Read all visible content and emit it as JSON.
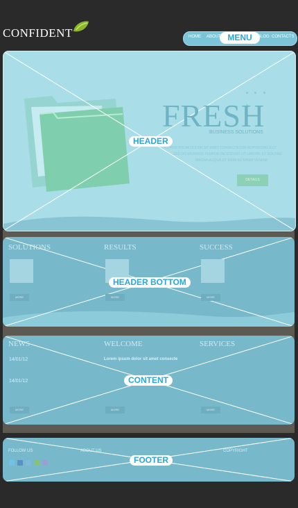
{
  "logo": {
    "text": "CONFIDENT"
  },
  "menu": {
    "items": [
      "HOME",
      "ABOUT",
      "BLOG",
      "CONTACTS"
    ],
    "overlay_label": "MENU"
  },
  "header": {
    "overlay_label": "HEADER",
    "title": "FRESH",
    "subtitle": "BUSINESS SOLUTIONS",
    "body_lines": [
      "LOREM IPSUM DOLOR SIT AMET CONSECTETUR ADIPISICING ELIT",
      "SED DO EIUSMOD TEMPOR INCIDIDUNT UT LABORE ET DOLORE",
      "MAGNA ALIQUA UT ENIM AD MINIM VENIAM"
    ],
    "button": "DETAILS"
  },
  "header_bottom": {
    "overlay_label": "HEADER BOTTOM",
    "columns": [
      {
        "title": "SOLUTIONS",
        "more": "MORE"
      },
      {
        "title": "RESULTS",
        "more": "MORE"
      },
      {
        "title": "SUCCESS",
        "more": "MORE"
      }
    ]
  },
  "content": {
    "overlay_label": "CONTENT",
    "news": {
      "title": "NEWS",
      "date1": "14/01/12",
      "date2": "14/01/12",
      "more": "MORE"
    },
    "welcome": {
      "title": "WELCOME",
      "lead": "Lorem ipsum dolor sit amet consecte",
      "more": "MORE"
    },
    "services": {
      "title": "SERVICES",
      "more": "MORE"
    }
  },
  "footer": {
    "overlay_label": "FOOTER",
    "follow": "FOLLOW US",
    "about": "ABOUT US",
    "copyright": "COPYRIGHT"
  },
  "colors": {
    "overlay_text": "#2aa7d9",
    "panel": "#77b9cb",
    "header_panel": "#a9dde8"
  }
}
